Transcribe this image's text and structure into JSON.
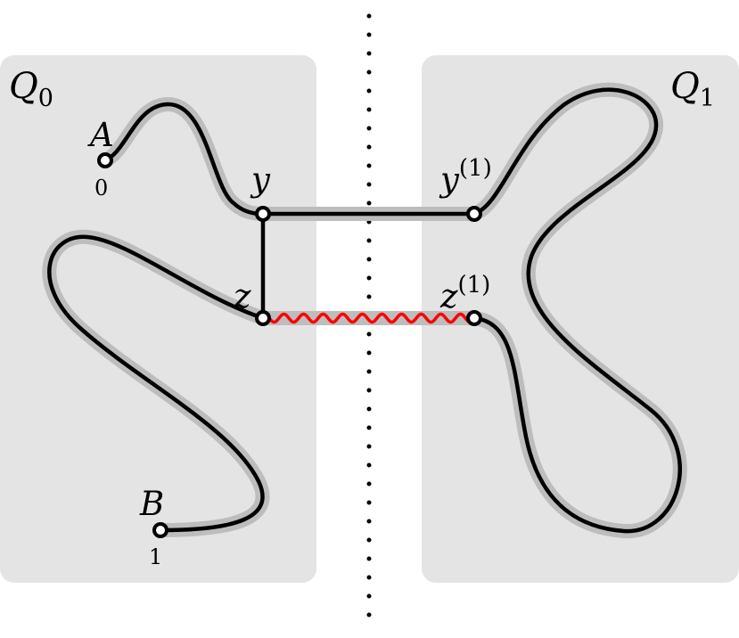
{
  "panels": {
    "left": {
      "label_base": "Q",
      "label_sub": "0"
    },
    "right": {
      "label_base": "Q",
      "label_sub": "1"
    }
  },
  "nodes": {
    "A": {
      "name": "A",
      "index": "0"
    },
    "B": {
      "name": "B",
      "index": "1"
    },
    "y": {
      "name": "y"
    },
    "z": {
      "name": "z"
    },
    "y1": {
      "base": "y",
      "sup": "(1)"
    },
    "z1": {
      "base": "z",
      "sup": "(1)"
    }
  },
  "colors": {
    "panel_fill": "#e4e4e4",
    "halo": "#bdbdbd",
    "path": "#000000",
    "wavy_edge": "#ff0000",
    "node_fill": "#ffffff"
  }
}
